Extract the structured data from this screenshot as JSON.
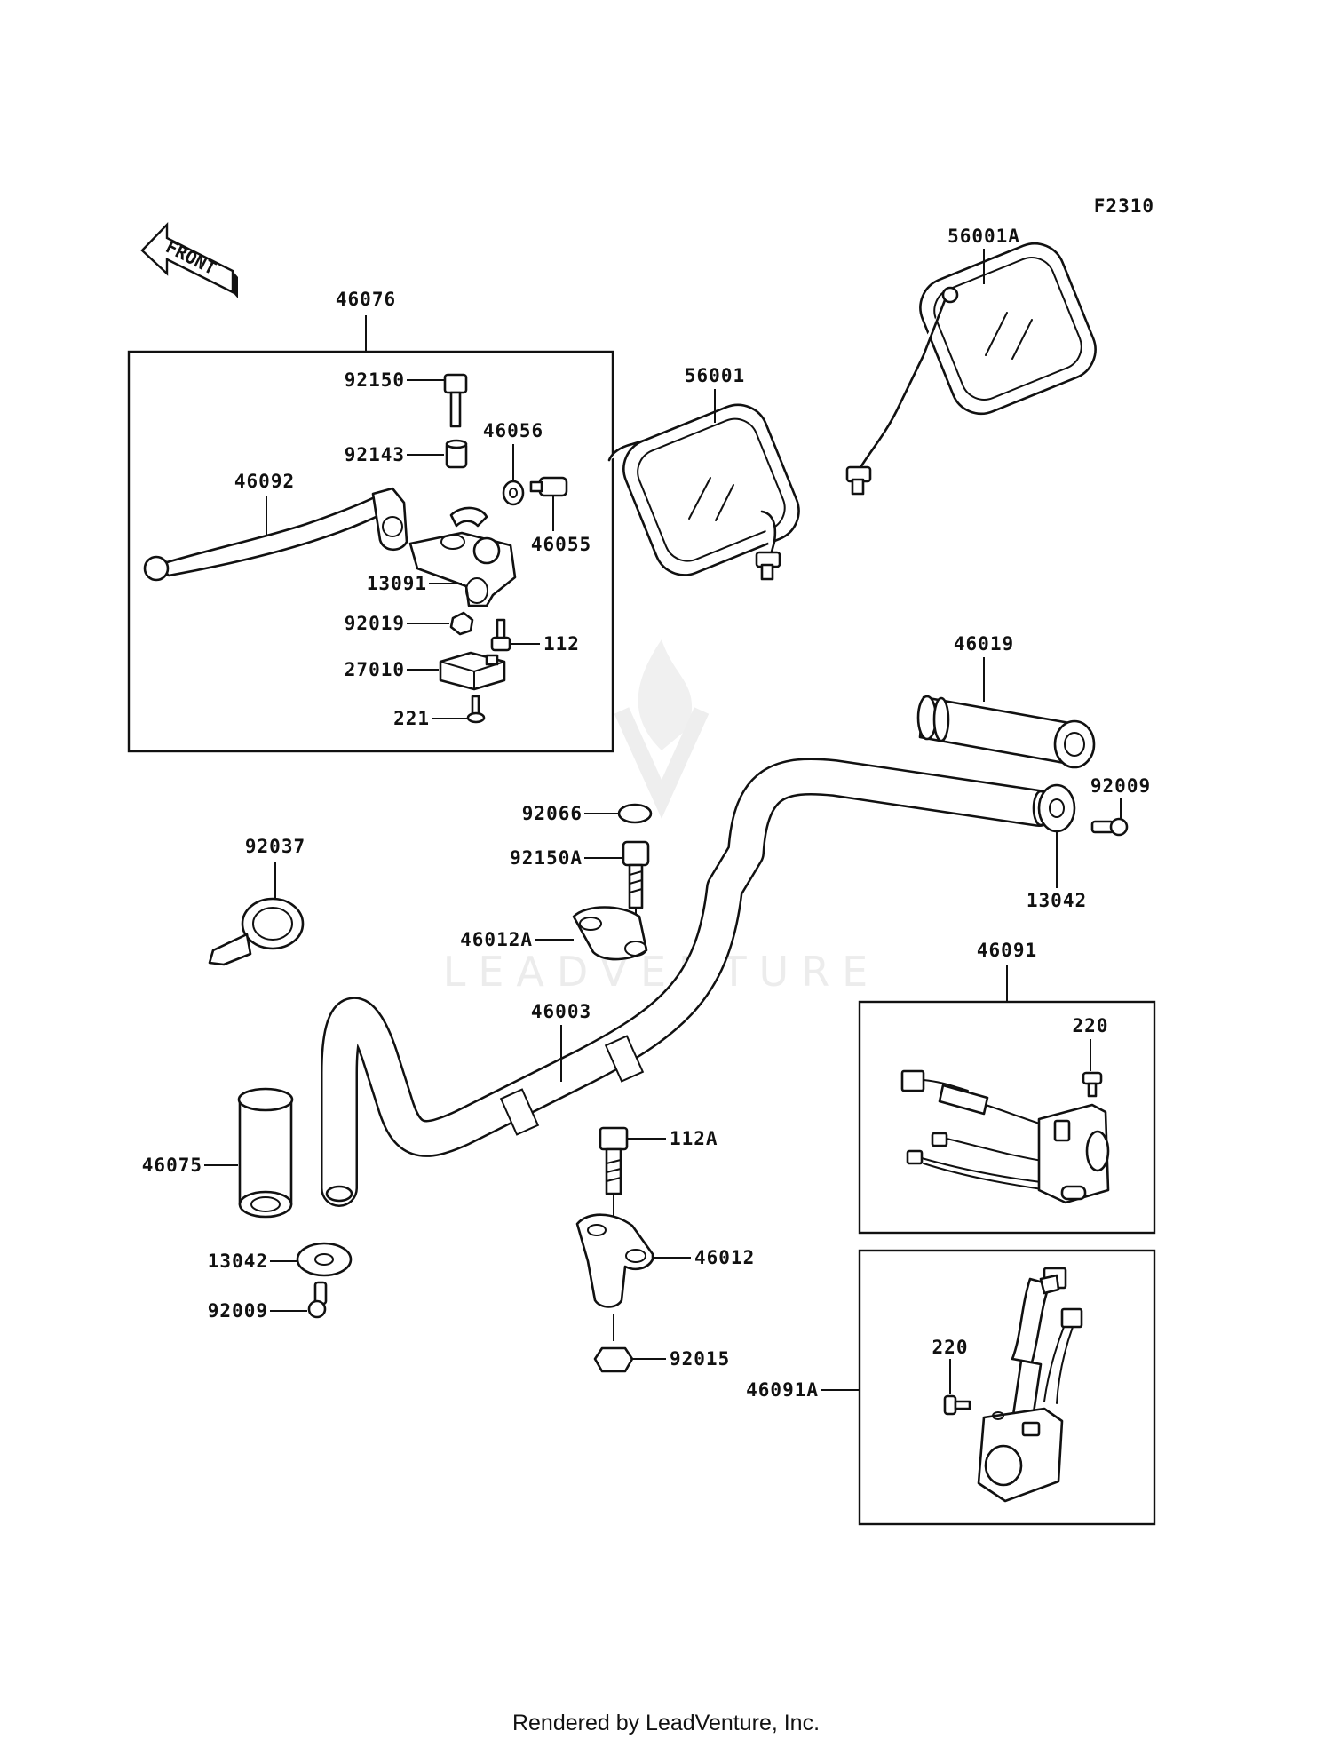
{
  "figure_code": "F2310",
  "front_arrow": {
    "label": "FRONT"
  },
  "watermark": "LEADVENTURE",
  "footer": "Rendered by LeadVenture, Inc.",
  "labels": {
    "p46076": "46076",
    "p92150": "92150",
    "p92143": "92143",
    "p46056": "46056",
    "p46092": "46092",
    "p46055": "46055",
    "p13091": "13091",
    "p92019": "92019",
    "p112": "112",
    "p27010": "27010",
    "p221": "221",
    "p56001": "56001",
    "p56001A": "56001A",
    "p46019": "46019",
    "p92009_r": "92009",
    "p13042_r": "13042",
    "p92066": "92066",
    "p92150A": "92150A",
    "p46012A": "46012A",
    "p92037": "92037",
    "p46003": "46003",
    "p46091": "46091",
    "p220_a": "220",
    "p46075": "46075",
    "p112A": "112A",
    "p46012": "46012",
    "p13042_l": "13042",
    "p92009_l": "92009",
    "p92015": "92015",
    "p220_b": "220",
    "p46091A": "46091A"
  }
}
